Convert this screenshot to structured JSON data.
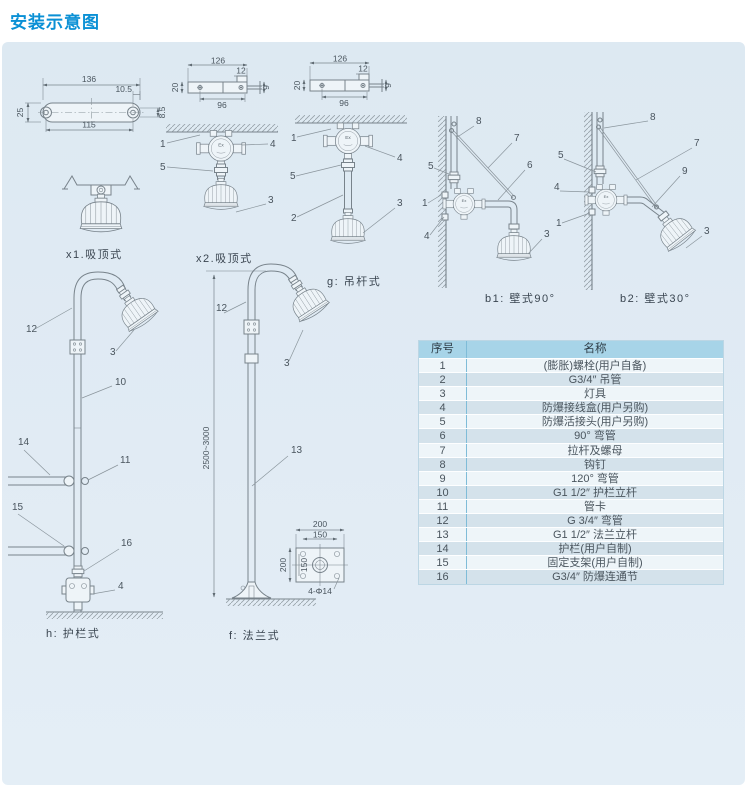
{
  "page": {
    "title": "安装示意图"
  },
  "diagrams": {
    "ex_mark": "Ex",
    "plate_oval": {
      "dims": [
        "136",
        "115",
        "25",
        "10.5",
        "8.5"
      ]
    },
    "plate_rect": {
      "dims": [
        "126",
        "12",
        "20",
        "9",
        "96"
      ]
    },
    "x1": {
      "label": "x1.吸顶式"
    },
    "x2": {
      "label": "x2.吸顶式",
      "callouts": [
        "1",
        "4",
        "5",
        "3"
      ]
    },
    "g": {
      "label": "g: 吊杆式",
      "callouts": [
        "1",
        "4",
        "5",
        "2",
        "3"
      ]
    },
    "b1": {
      "label": "b1: 壁式90°",
      "callouts": [
        "8",
        "7",
        "5",
        "6",
        "1",
        "4",
        "3"
      ]
    },
    "b2": {
      "label": "b2: 壁式30°",
      "callouts": [
        "8",
        "7",
        "5",
        "9",
        "4",
        "1",
        "3"
      ]
    },
    "h": {
      "label": "h: 护栏式",
      "callouts": [
        "12",
        "3",
        "10",
        "14",
        "11",
        "15",
        "16",
        "4"
      ]
    },
    "f": {
      "label": "f: 法兰式",
      "callouts": [
        "12",
        "3",
        "13"
      ],
      "dims": [
        "2500~3000",
        "200",
        "150",
        "200",
        "150",
        "4-Φ14"
      ]
    }
  },
  "table": {
    "headers": [
      "序号",
      "名称"
    ],
    "rows": [
      {
        "no": "1",
        "name": "(膨胀)螺栓(用户自备)"
      },
      {
        "no": "2",
        "name": "G3/4″ 吊管"
      },
      {
        "no": "3",
        "name": "灯具"
      },
      {
        "no": "4",
        "name": "防爆接线盒(用户另购)"
      },
      {
        "no": "5",
        "name": "防爆活接头(用户另购)"
      },
      {
        "no": "6",
        "name": "90° 弯管"
      },
      {
        "no": "7",
        "name": "拉杆及螺母"
      },
      {
        "no": "8",
        "name": "钩钉"
      },
      {
        "no": "9",
        "name": "120° 弯管"
      },
      {
        "no": "10",
        "name": "G1 1/2″ 护栏立杆"
      },
      {
        "no": "11",
        "name": "管卡"
      },
      {
        "no": "12",
        "name": "G 3/4″ 弯管"
      },
      {
        "no": "13",
        "name": "G1 1/2″ 法兰立杆"
      },
      {
        "no": "14",
        "name": "护栏(用户自制)"
      },
      {
        "no": "15",
        "name": "固定支架(用户自制)"
      },
      {
        "no": "16",
        "name": "G3/4″ 防爆连通节"
      }
    ]
  }
}
